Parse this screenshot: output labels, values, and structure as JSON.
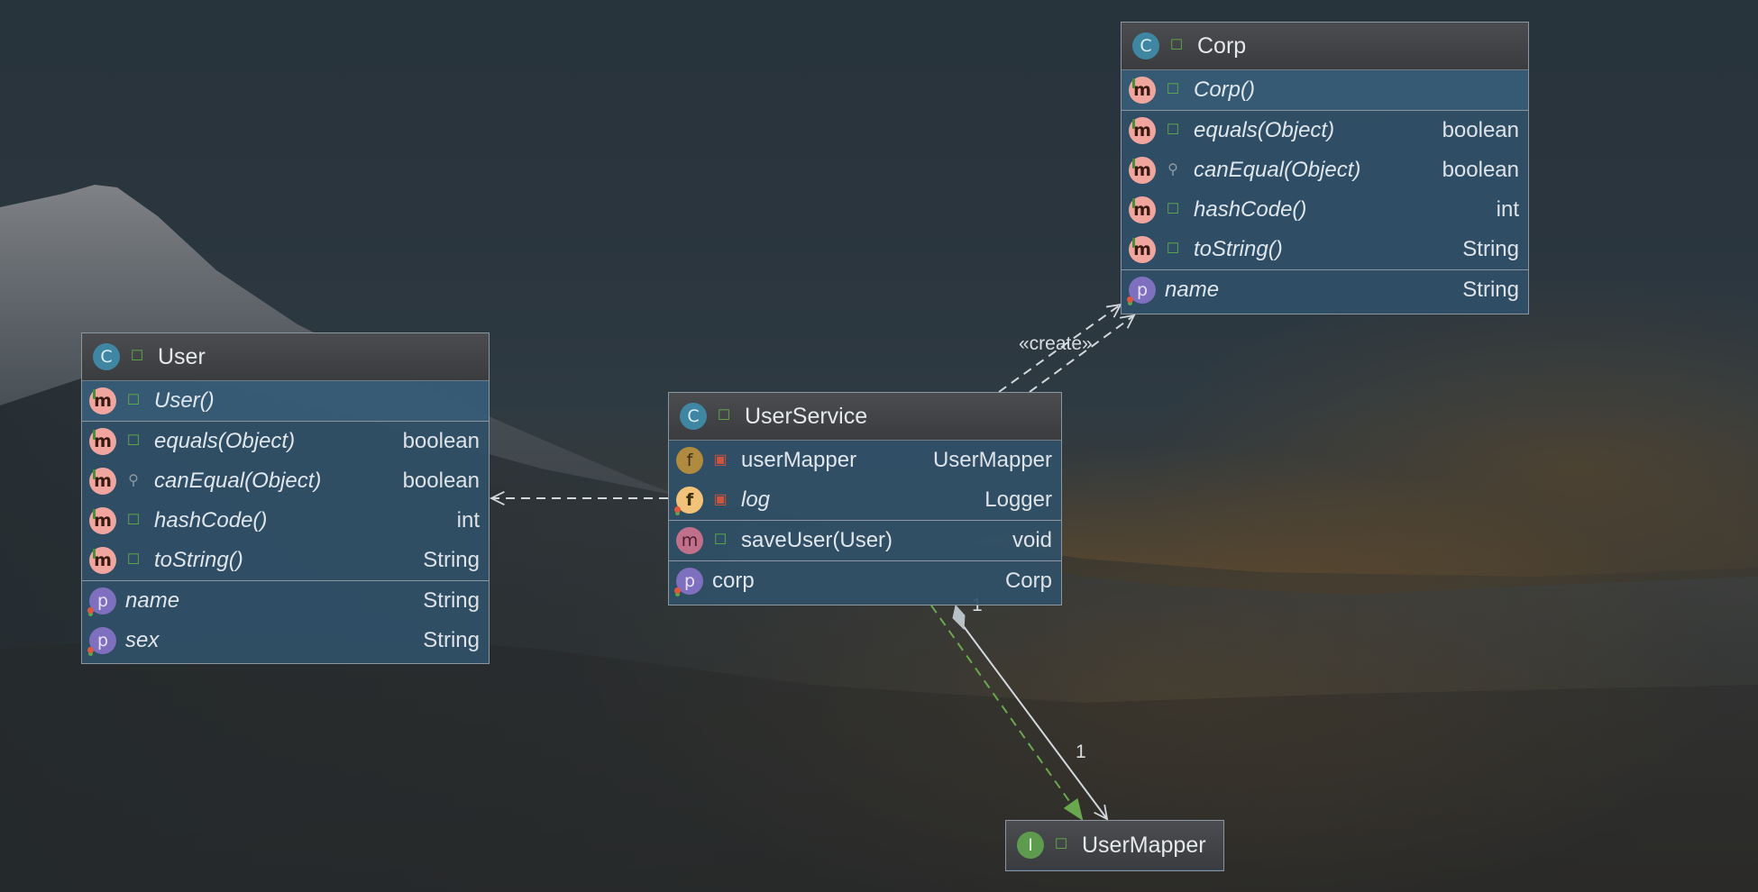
{
  "colors": {
    "node_fill": "#305068",
    "node_border": "#8b96a1",
    "edge_dashed": "#d3d8dd",
    "edge_realization": "#6aa84f"
  },
  "classes": {
    "corp": {
      "name": "Corp",
      "kind_icon": "C",
      "constructor": "Corp()",
      "methods": [
        {
          "name": "equals(Object)",
          "type": "boolean"
        },
        {
          "name": "canEqual(Object)",
          "type": "boolean"
        },
        {
          "name": "hashCode()",
          "type": "int"
        },
        {
          "name": "toString()",
          "type": "String"
        }
      ],
      "properties": [
        {
          "name": "name",
          "type": "String"
        }
      ]
    },
    "user": {
      "name": "User",
      "kind_icon": "C",
      "constructor": "User()",
      "methods": [
        {
          "name": "equals(Object)",
          "type": "boolean"
        },
        {
          "name": "canEqual(Object)",
          "type": "boolean"
        },
        {
          "name": "hashCode()",
          "type": "int"
        },
        {
          "name": "toString()",
          "type": "String"
        }
      ],
      "properties": [
        {
          "name": "name",
          "type": "String"
        },
        {
          "name": "sex",
          "type": "String"
        }
      ]
    },
    "user_service": {
      "name": "UserService",
      "kind_icon": "C",
      "fields": [
        {
          "name": "userMapper",
          "type": "UserMapper"
        },
        {
          "name": "log",
          "type": "Logger"
        }
      ],
      "methods": [
        {
          "name": "saveUser(User)",
          "type": "void"
        }
      ],
      "properties": [
        {
          "name": "corp",
          "type": "Corp"
        }
      ]
    },
    "user_mapper": {
      "name": "UserMapper",
      "kind_icon": "I"
    }
  },
  "icons": {
    "class": "C",
    "method": "m",
    "property": "p",
    "field": "f",
    "interface": "I"
  },
  "relations": {
    "create_label": "«create»",
    "multiplicity_source": "1",
    "multiplicity_target": "1"
  }
}
